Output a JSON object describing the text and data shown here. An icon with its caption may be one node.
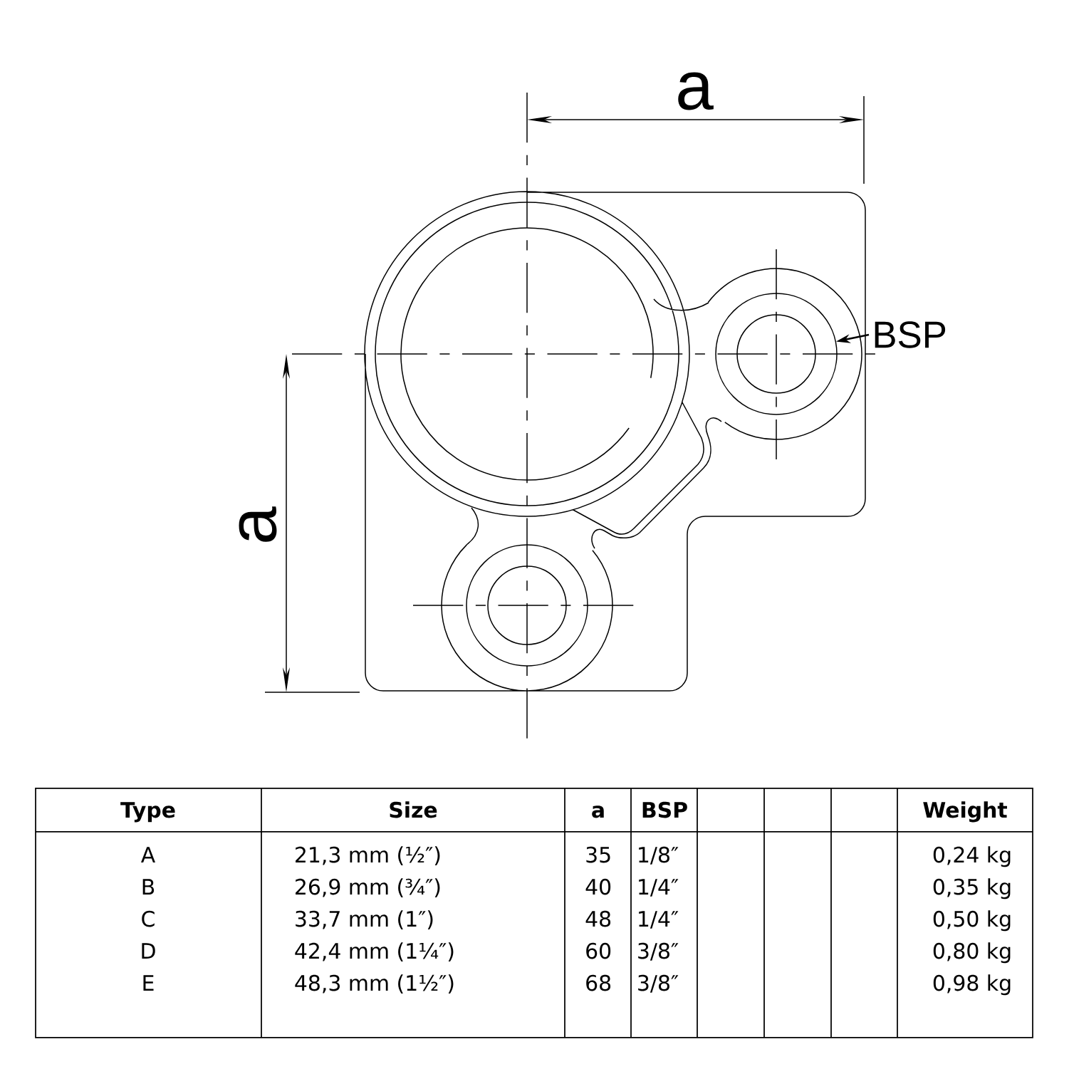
{
  "diagram": {
    "nodes": [
      {
        "text": [
          "BSP"
        ]
      },
      {
        "text": [],
        "shape": "circle"
      }
    ],
    "edges": [
      {
        "from": 0,
        "to": 1,
        "arrow": "to"
      }
    ],
    "labels": [
      "a",
      "a",
      "Type",
      "Size",
      "a",
      "BSP",
      "Weight",
      "A",
      "21,3 mm (½″)",
      "35",
      "1/8″",
      "0,24 kg",
      "B",
      "26,9 mm (¾″)",
      "40",
      "1/4″",
      "0,35 kg",
      "C",
      "33,7 mm (1″)",
      "48",
      "1/4″",
      "0,50 kg",
      "D",
      "42,4 mm (1¼″)",
      "60",
      "3/8″",
      "0,80 kg",
      "E",
      "48,3 mm (1½″)",
      "68",
      "3/8″",
      "0,98 kg"
    ]
  }
}
